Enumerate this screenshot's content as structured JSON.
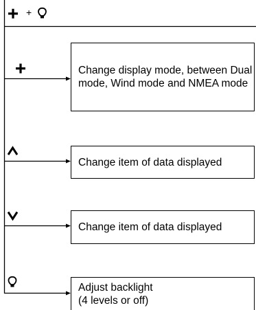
{
  "title": {
    "plus_sep": "+"
  },
  "rows": [
    {
      "key_icon": "plus-icon",
      "text": "Change display mode, between Dual mode, Wind mode and NMEA mode"
    },
    {
      "key_icon": "chevron-up-icon",
      "text": "Change item of data displayed"
    },
    {
      "key_icon": "chevron-down-icon",
      "text": "Change item of data displayed"
    },
    {
      "key_icon": "lightbulb-icon",
      "text": "Adjust backlight\n(4 levels or off)"
    }
  ]
}
